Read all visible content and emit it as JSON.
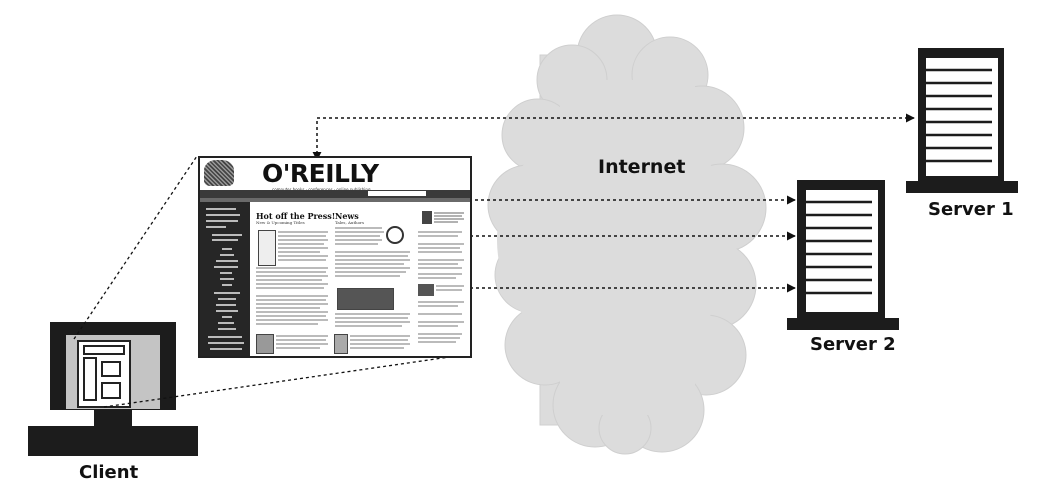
{
  "labels": {
    "internet": "Internet",
    "server1": "Server 1",
    "server2": "Server 2",
    "client": "Client"
  },
  "webpage": {
    "logo": "O'REILLY",
    "tagline": "computer books · conferences · online publishing",
    "headline1": "Hot off the Press!",
    "headline1_sub": "New & Upcoming Titles",
    "headline2": "News",
    "headline2_sub": "Tales, Authors"
  },
  "colors": {
    "line": "#111111",
    "cloud": "#dcdcdc",
    "server_body": "#1c1c1c",
    "monitor_body": "#1c1c1c"
  },
  "icons": [
    "cloud-icon",
    "server-icon",
    "monitor-icon",
    "arrowhead-icon"
  ]
}
